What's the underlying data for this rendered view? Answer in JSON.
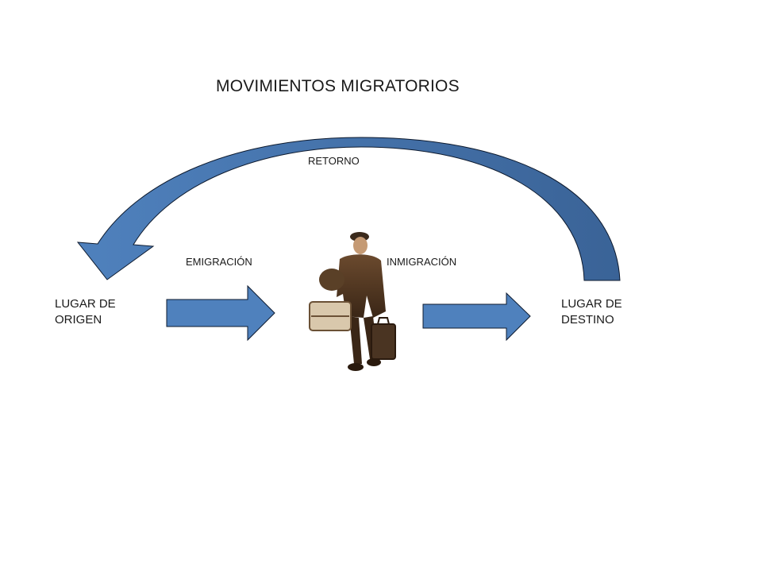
{
  "title": "MOVIMIENTOS MIGRATORIOS",
  "labels": {
    "return": "RETORNO",
    "emigration": "EMIGRACIÓN",
    "immigration": "INMIGRACIÓN"
  },
  "places": {
    "origin_line1": "LUGAR DE",
    "origin_line2": "ORIGEN",
    "destination_line1": "LUGAR DE",
    "destination_line2": "DESTINO"
  },
  "colors": {
    "arrow_light": "#4f81bd",
    "arrow_dark": "#3a6397",
    "arrow_stroke": "#0d1a2e"
  },
  "icons": {
    "figure": "migrant-with-suitcases-icon"
  }
}
